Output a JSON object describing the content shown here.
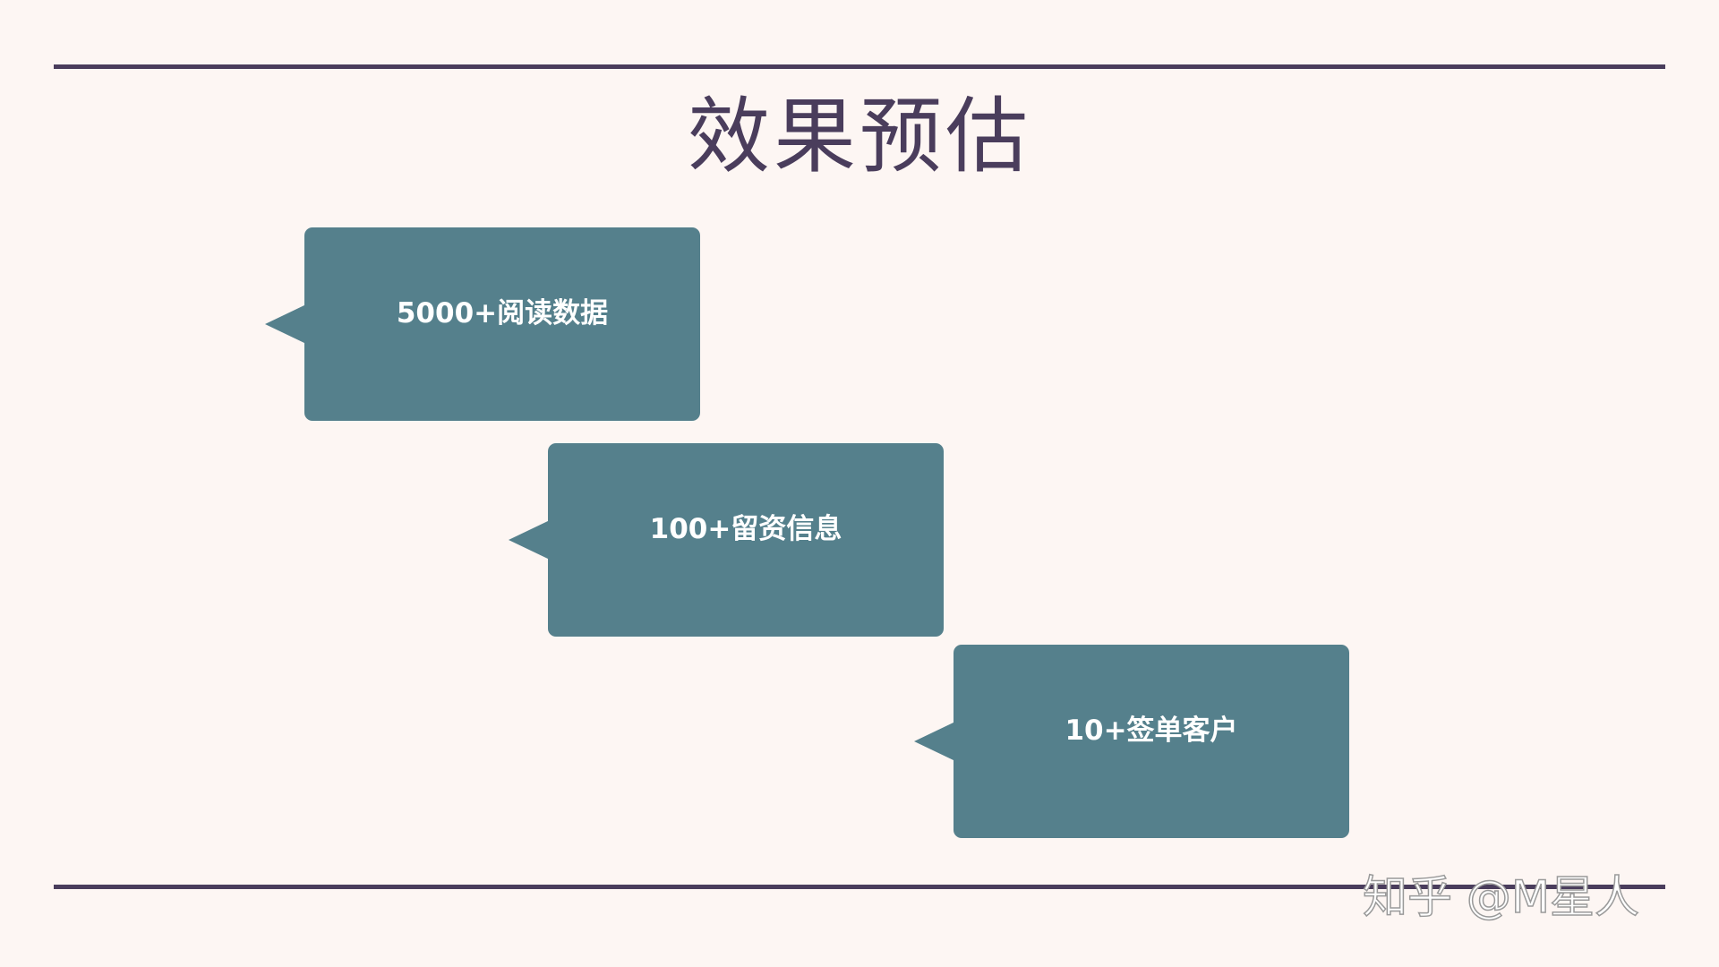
{
  "slide": {
    "title": "效果预估",
    "items": [
      {
        "label": "5000+阅读数据"
      },
      {
        "label": "100+留资信息"
      },
      {
        "label": "10+签单客户"
      }
    ]
  },
  "watermark": "知乎 @M星人",
  "colors": {
    "background": "#fdf6f3",
    "accent": "#4a3d5c",
    "bubble": "#55808c",
    "bubble_text": "#ffffff"
  }
}
